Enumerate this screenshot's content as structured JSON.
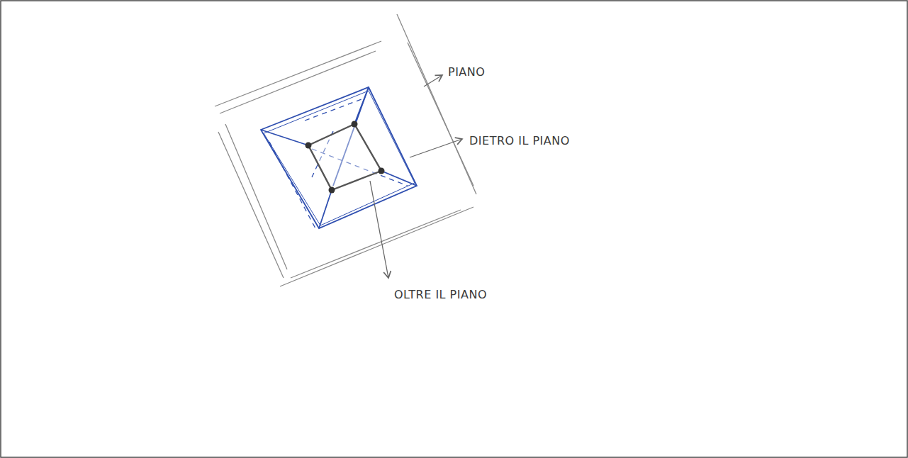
{
  "diagram": {
    "labels": [
      "PIANO",
      "DIETRO IL PIANO",
      "OLTRE IL PIANO"
    ]
  }
}
